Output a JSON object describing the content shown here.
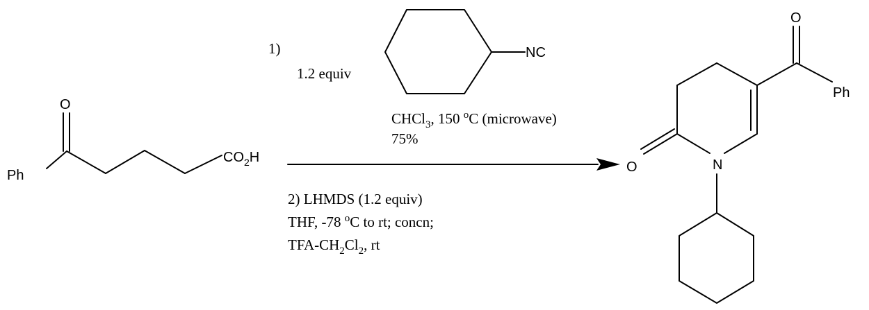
{
  "scheme": {
    "step1": {
      "number": "1)",
      "reagent_amount": "1.2 equiv",
      "reagent_group": "NC",
      "conditions_solvent": "CHCl",
      "conditions_solvent_sub": "3",
      "conditions_temp": ", 150 ",
      "conditions_temp_sup": "o",
      "conditions_temp_unit": "C (microwave)",
      "yield": "75%"
    },
    "step2": {
      "line1": "2) LHMDS (1.2 equiv)",
      "line2_a": "THF, -78 ",
      "line2_sup": "o",
      "line2_b": "C to rt; concn;",
      "line3_a": "TFA-CH",
      "line3_sub1": "2",
      "line3_b": "Cl",
      "line3_sub2": "2",
      "line3_c": ", rt"
    },
    "start_material": {
      "oxygen": "O",
      "phenyl": "Ph",
      "acid_a": "CO",
      "acid_sub": "2",
      "acid_b": "H"
    },
    "product": {
      "ketone_oxygen": "O",
      "phenyl": "Ph",
      "lactam_oxygen": "O",
      "nitrogen": "N"
    }
  }
}
